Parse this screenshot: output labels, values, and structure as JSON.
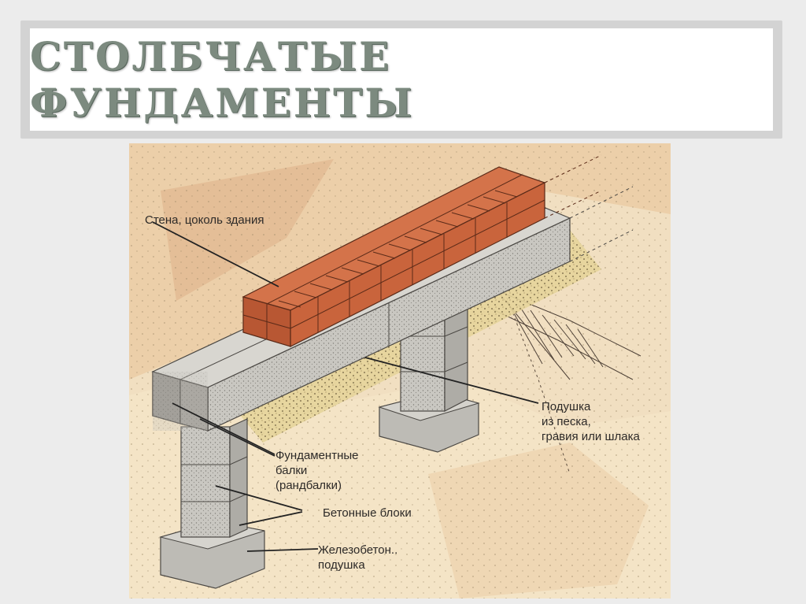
{
  "slide": {
    "title": "СТОЛБЧАТЫЕ ФУНДАМЕНТЫ"
  },
  "diagram": {
    "labels": {
      "wall": "Стена, цоколь здания",
      "cushion_line1": "Подушка",
      "cushion_line2": "из песка,",
      "cushion_line3": "гравия или шлака",
      "beams_line1": "Фундаментные",
      "beams_line2": "балки",
      "beams_line3": "(рандбалки)",
      "blocks": "Бетонные блоки",
      "rc_line1": "Железобетон..",
      "rc_line2": "подушка"
    }
  },
  "colors": {
    "title_text": "#7c8a7f",
    "background_sand": "#f3e3c8",
    "brick": "#c9643c",
    "concrete": "#c8c6c0"
  }
}
